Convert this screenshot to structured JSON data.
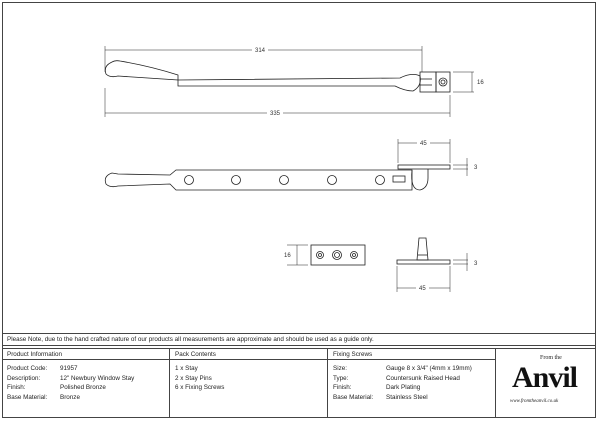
{
  "dimensions": {
    "top_length": "314",
    "overall_length": "335",
    "bracket_height": "16",
    "plate_length": "45",
    "plate_thickness": "3",
    "keep_height": "16",
    "pin_plate_length": "45",
    "pin_plate_thickness": "3"
  },
  "note": "Please Note, due to the hand crafted nature of our products all measurements are approximate and should be used as a guide only.",
  "product_information": {
    "title": "Product Information",
    "rows": [
      {
        "label": "Product Code:",
        "value": "91957"
      },
      {
        "label": "Description:",
        "value": "12\" Newbury Window Stay"
      },
      {
        "label": "Finish:",
        "value": "Polished Bronze"
      },
      {
        "label": "Base Material:",
        "value": "Bronze"
      }
    ]
  },
  "pack_contents": {
    "title": "Pack Contents",
    "items": [
      "1 x Stay",
      "2 x Stay Pins",
      "6 x Fixing Screws"
    ]
  },
  "fixing_screws": {
    "title": "Fixing Screws",
    "rows": [
      {
        "label": "Size:",
        "value": "Gauge 8 x 3/4\" (4mm x 19mm)"
      },
      {
        "label": "Type:",
        "value": "Countersunk Raised Head"
      },
      {
        "label": "Finish:",
        "value": "Dark Plating"
      },
      {
        "label": "Base Material:",
        "value": "Stainless Steel"
      }
    ]
  },
  "logo": {
    "from": "From the",
    "name": "Anvil",
    "url": "www.fromtheanvil.co.uk"
  }
}
